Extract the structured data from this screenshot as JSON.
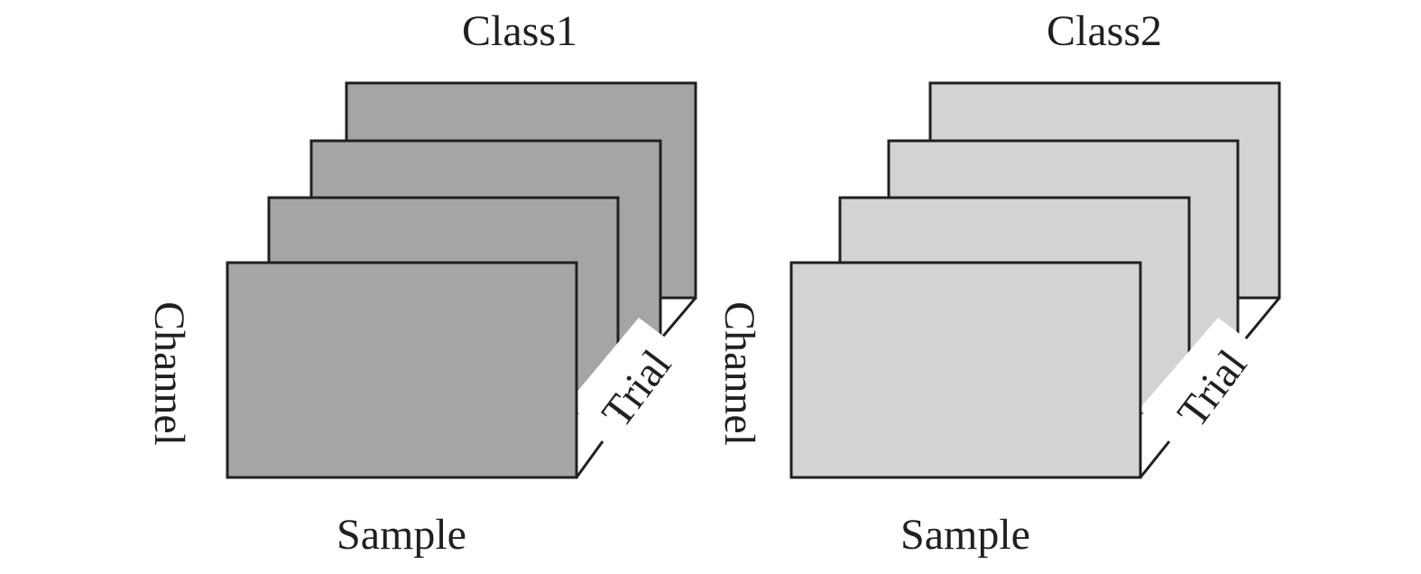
{
  "diagram": {
    "colors": {
      "class1_fill": "#a6a5a6",
      "class2_fill": "#d3d3d3",
      "outline": "#231f20",
      "background": "#ffffff"
    },
    "groups": [
      {
        "title": "Class1",
        "axis_rows": "Channel",
        "axis_cols": "Sample",
        "axis_depth": "Trial"
      },
      {
        "title": "Class2",
        "axis_rows": "Channel",
        "axis_cols": "Sample",
        "axis_depth": "Trial"
      }
    ]
  }
}
